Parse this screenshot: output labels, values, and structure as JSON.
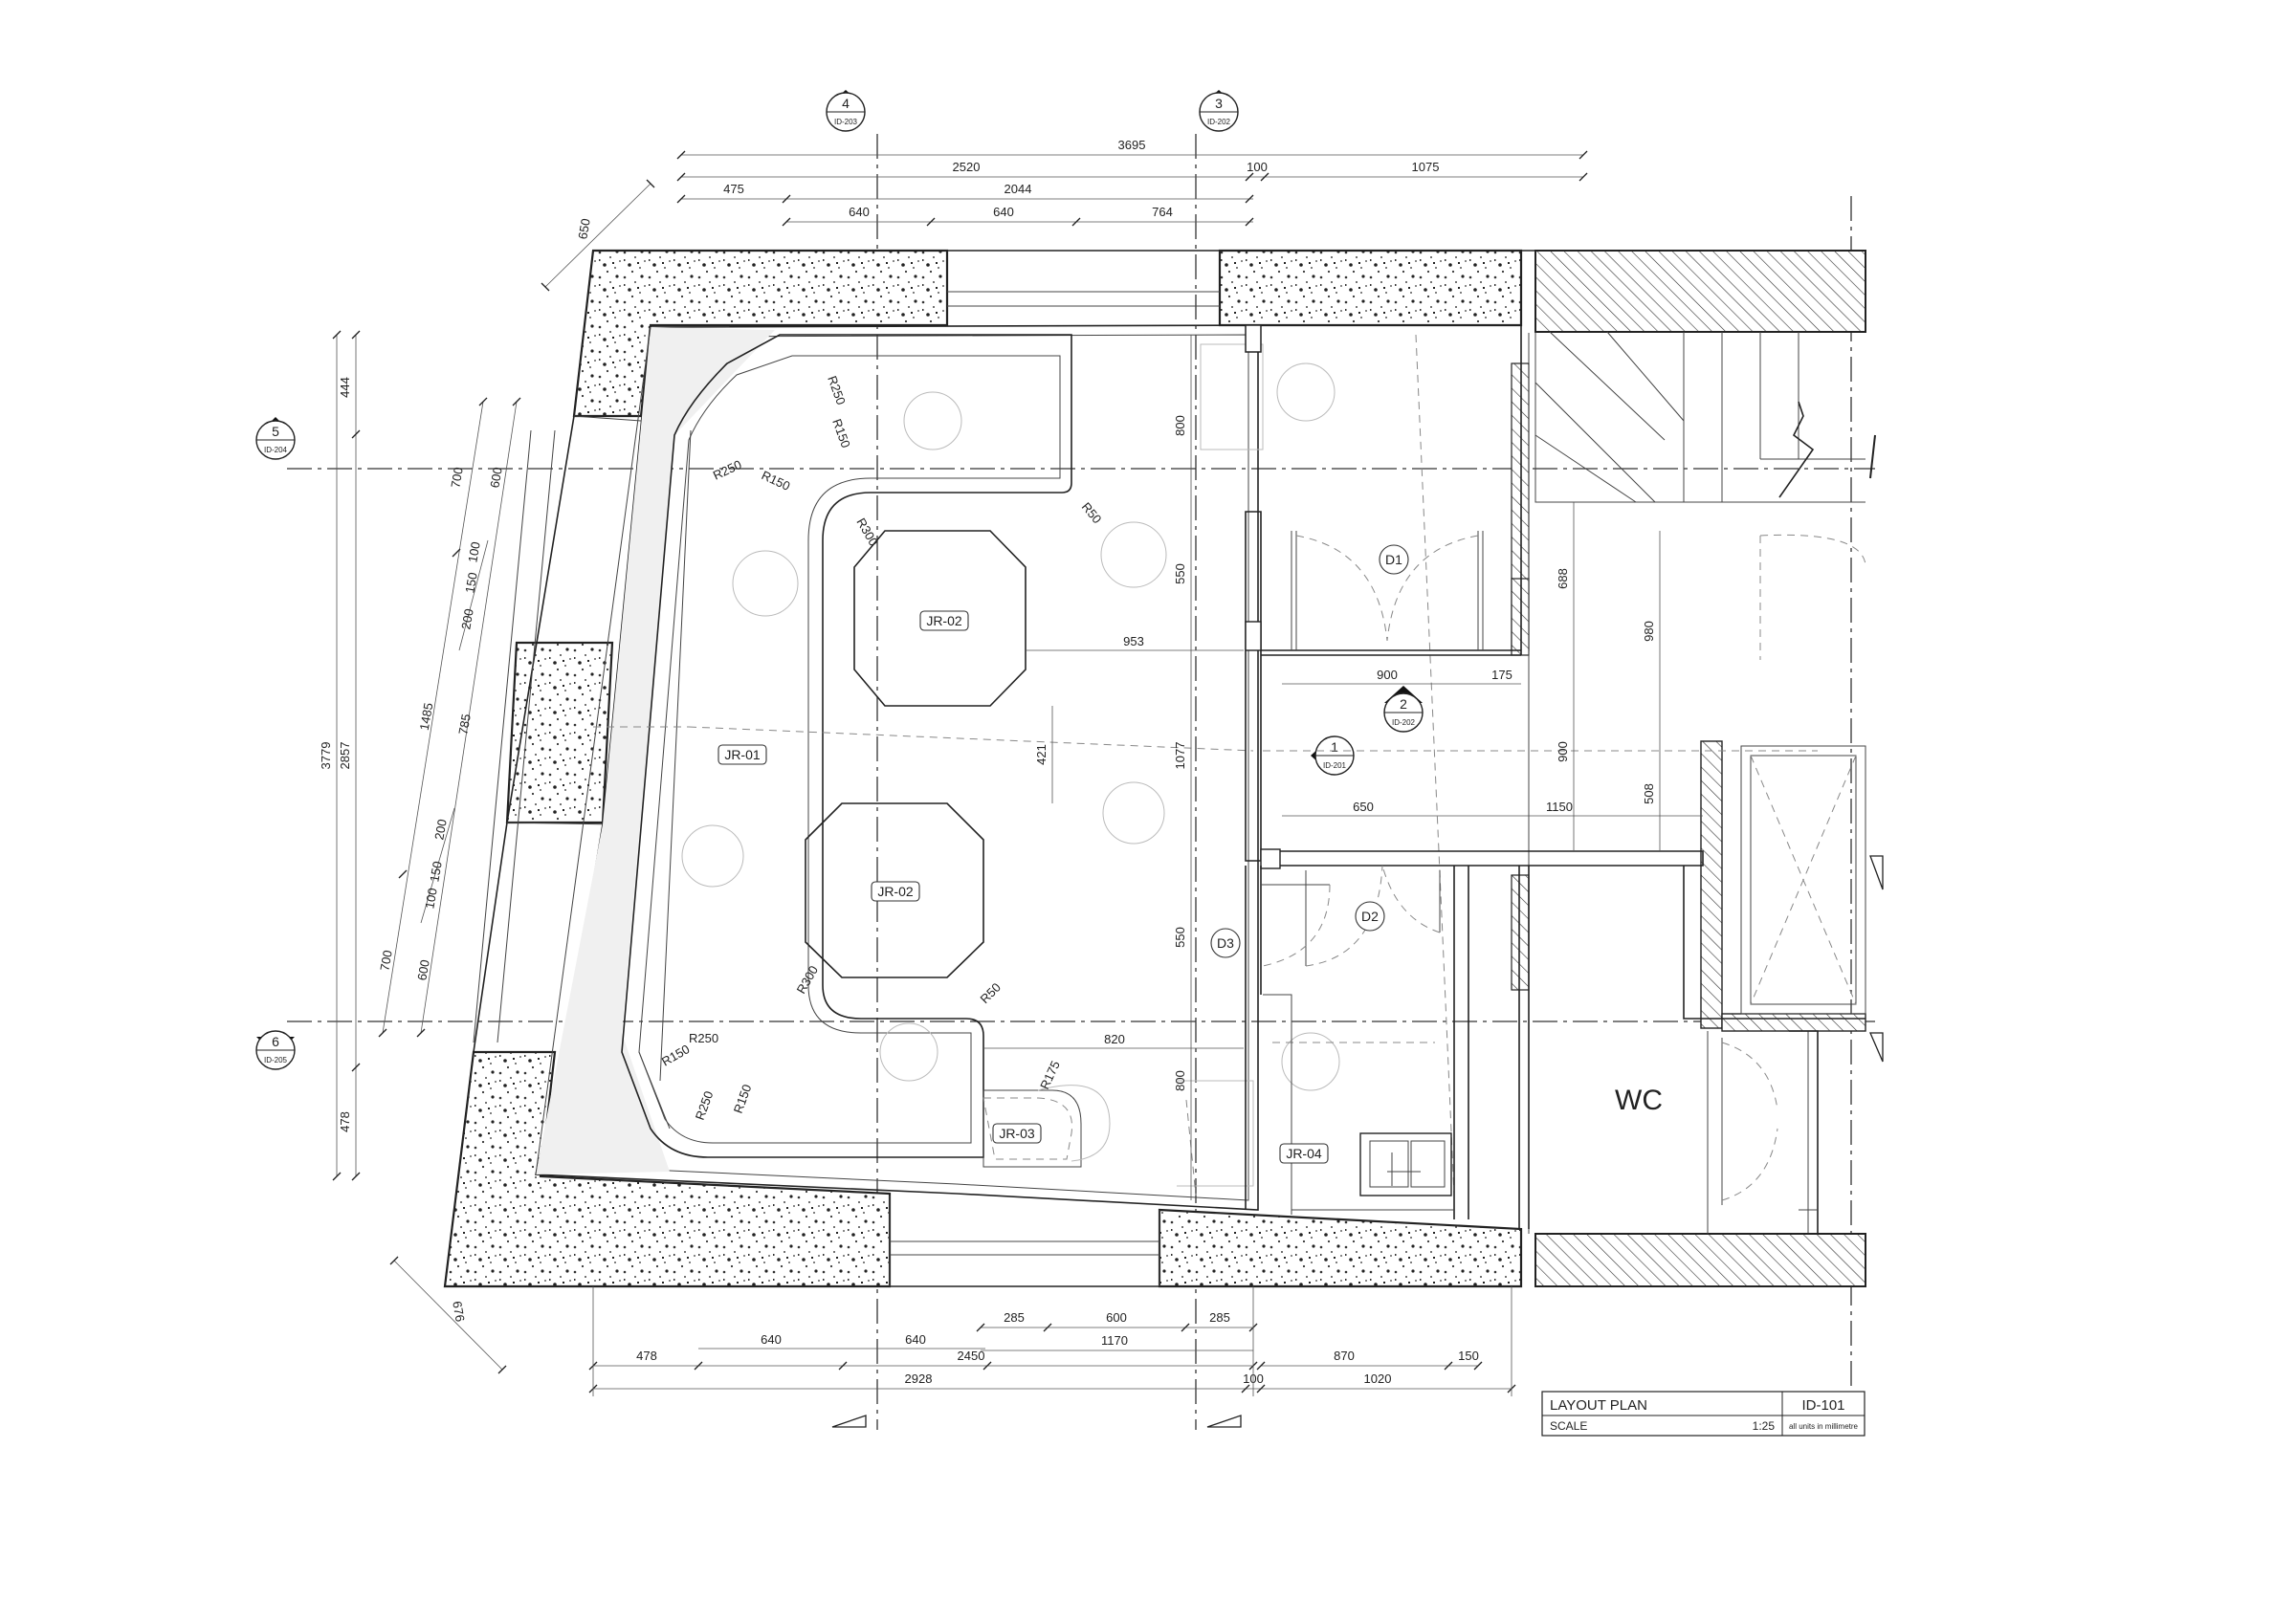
{
  "title_block": {
    "title": "LAYOUT PLAN",
    "drawing_no": "ID-101",
    "scale_label": "SCALE",
    "scale": "1:25",
    "units_note": "all units in millimetre"
  },
  "grid_bubbles": [
    {
      "num": "4",
      "ref": "ID-203"
    },
    {
      "num": "3",
      "ref": "ID-202"
    },
    {
      "num": "5",
      "ref": "ID-204"
    },
    {
      "num": "6",
      "ref": "ID-205"
    },
    {
      "num": "1",
      "ref": "ID-201"
    },
    {
      "num": "2",
      "ref": "ID-202"
    }
  ],
  "furniture_tags": [
    "JR-01",
    "JR-02",
    "JR-02",
    "JR-03",
    "JR-04"
  ],
  "door_tags": [
    "D1",
    "D2",
    "D3"
  ],
  "room_label": "WC",
  "dimensions": {
    "top": [
      "3695",
      "2520",
      "100",
      "1075",
      "475",
      "2044",
      "640",
      "640",
      "764",
      "650"
    ],
    "left": [
      "444",
      "3779",
      "2857",
      "478",
      "700",
      "600",
      "1485",
      "785",
      "100",
      "150",
      "200",
      "200",
      "150",
      "100",
      "700",
      "600"
    ],
    "bottom": [
      "285",
      "600",
      "285",
      "1170",
      "478",
      "640",
      "640",
      "2450",
      "870",
      "150",
      "2928",
      "100",
      "1020",
      "676"
    ],
    "interior": [
      "800",
      "550",
      "1077",
      "550",
      "800",
      "953",
      "421",
      "820",
      "900",
      "175",
      "650",
      "1150",
      "688",
      "980",
      "900",
      "508"
    ],
    "radii": [
      "R250",
      "R150",
      "R250",
      "R150",
      "R50",
      "R300",
      "R300",
      "R50",
      "R250",
      "R150",
      "R250",
      "R150",
      "R175"
    ]
  }
}
